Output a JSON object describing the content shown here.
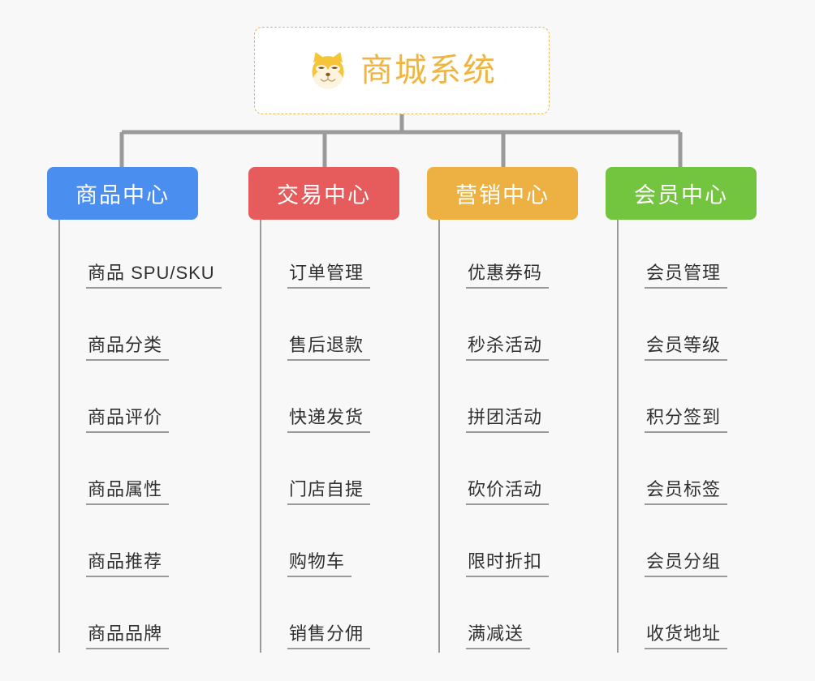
{
  "root": {
    "title": "商城系统",
    "icon": "shiba-dog-face-icon",
    "border_color": "#e8b75a",
    "text_color": "#f0b541",
    "background": "#ffffff"
  },
  "canvas": {
    "background": "#f8f8f8",
    "connector_color": "#9a9a9a"
  },
  "branches": [
    {
      "label": "商品中心",
      "color": "#4a8ef0",
      "items": [
        "商品 SPU/SKU",
        "商品分类",
        "商品评价",
        "商品属性",
        "商品推荐",
        "商品品牌"
      ]
    },
    {
      "label": "交易中心",
      "color": "#e65c5c",
      "items": [
        "订单管理",
        "售后退款",
        "快递发货",
        "门店自提",
        "购物车",
        "销售分佣"
      ]
    },
    {
      "label": "营销中心",
      "color": "#edb143",
      "items": [
        "优惠券码",
        "秒杀活动",
        "拼团活动",
        "砍价活动",
        "限时折扣",
        "满减送"
      ]
    },
    {
      "label": "会员中心",
      "color": "#73c43f",
      "items": [
        "会员管理",
        "会员等级",
        "积分签到",
        "会员标签",
        "会员分组",
        "收货地址"
      ]
    }
  ]
}
